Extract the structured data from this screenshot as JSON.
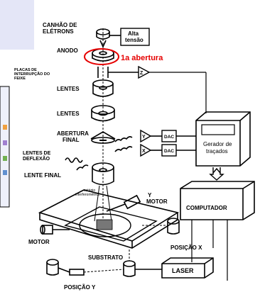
{
  "colors": {
    "background": "#ffffff",
    "ink": "#000000",
    "highlight": "#e60000",
    "side_panel": "#e4e6f7"
  },
  "labels": {
    "electron_gun": [
      "CANHÃO DE",
      "ELÉTRONS"
    ],
    "high_voltage": [
      "Alta",
      "tensão"
    ],
    "anode": "ANODO",
    "first_aperture": "1a abertura",
    "blanking_plates": [
      "PLACAS DE",
      "INTERRUPÇÃO DO",
      "FEIXE"
    ],
    "lens1": "LENTES",
    "lens2": "LENTES",
    "final_aperture": [
      "ABERTURA",
      "FINAL"
    ],
    "deflection_lens": [
      "LENTES DE",
      "DEFLEXÃO"
    ],
    "final_lens": "LENTE FINAL",
    "stage": [
      "estágio",
      "interferométrico"
    ],
    "y_motor": [
      "Y",
      "MOTOR"
    ],
    "motor": "MOTOR",
    "substrate": "SUBSTRATO",
    "position_x": "POSIÇÃO X",
    "position_y": "POSIÇÃO Y",
    "laser": "LASER",
    "computer": "COMPUTADOR",
    "pattern_generator": [
      "Gerador de",
      "traçados"
    ],
    "dac_y": "DAC",
    "dac_x": "DAC",
    "amp_y": "Y",
    "amp_x": "X",
    "amp_z": "Z"
  }
}
